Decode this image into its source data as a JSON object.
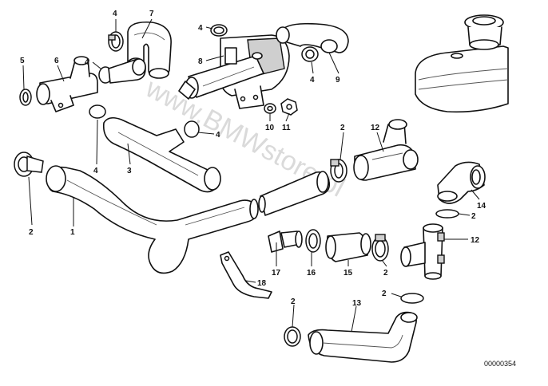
{
  "watermark": "www.BMWstore.pl",
  "diagram_code": "00000354",
  "callouts": [
    {
      "id": "c4a",
      "text": "4"
    },
    {
      "id": "c7",
      "text": "7"
    },
    {
      "id": "c4b",
      "text": "4"
    },
    {
      "id": "c5",
      "text": "5"
    },
    {
      "id": "c6",
      "text": "6"
    },
    {
      "id": "c4c",
      "text": "4"
    },
    {
      "id": "c8",
      "text": "8"
    },
    {
      "id": "c4d",
      "text": "4"
    },
    {
      "id": "c9",
      "text": "9"
    },
    {
      "id": "c10",
      "text": "10"
    },
    {
      "id": "c11",
      "text": "11"
    },
    {
      "id": "c4e",
      "text": "4"
    },
    {
      "id": "c4f",
      "text": "4"
    },
    {
      "id": "c3",
      "text": "3"
    },
    {
      "id": "c2a",
      "text": "2"
    },
    {
      "id": "c12a",
      "text": "12"
    },
    {
      "id": "c2b",
      "text": "2"
    },
    {
      "id": "c1",
      "text": "1"
    },
    {
      "id": "c14",
      "text": "14"
    },
    {
      "id": "c2c",
      "text": "2"
    },
    {
      "id": "c12b",
      "text": "12"
    },
    {
      "id": "c17",
      "text": "17"
    },
    {
      "id": "c16",
      "text": "16"
    },
    {
      "id": "c15",
      "text": "15"
    },
    {
      "id": "c2d",
      "text": "2"
    },
    {
      "id": "c18",
      "text": "18"
    },
    {
      "id": "c2e",
      "text": "2"
    },
    {
      "id": "c2f",
      "text": "2"
    },
    {
      "id": "c13",
      "text": "13"
    }
  ]
}
